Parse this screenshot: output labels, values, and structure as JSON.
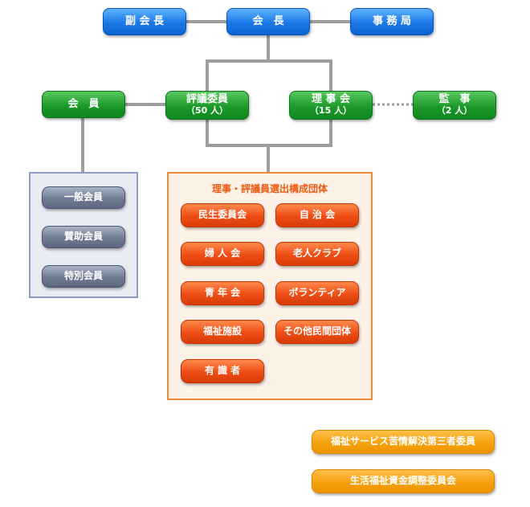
{
  "top": {
    "vice_chair": "副 会 長",
    "chair": "会　長",
    "secretariat": "事 務 局"
  },
  "middle": {
    "members": "会　員",
    "councilors": {
      "label": "評議委員",
      "count": "（50 人）"
    },
    "directors": {
      "label": "理 事 会",
      "count": "（15 人）"
    },
    "auditors": {
      "label": "監　事",
      "count": "（2 人）"
    }
  },
  "member_types": [
    "一般会員",
    "賛助会員",
    "特別会員"
  ],
  "organizations": {
    "title": "理事・評議員選出構成団体",
    "items": [
      "民生委員会",
      "自 治 会",
      "婦 人 会",
      "老人クラブ",
      "青 年 会",
      "ボランティア",
      "福祉施設",
      "その他民間団体",
      "有 識 者"
    ]
  },
  "committees": [
    "福祉サービス苦情解決第三者委員",
    "生活福祉資金調整委員会"
  ],
  "colors": {
    "top_nodes": "#1a78e6",
    "middle_nodes": "#1d9a2a",
    "member_nodes": "#6f7b93",
    "org_nodes": "#ee4d14",
    "committee_nodes": "#f5a20f",
    "connector": "#9e9e9e"
  }
}
